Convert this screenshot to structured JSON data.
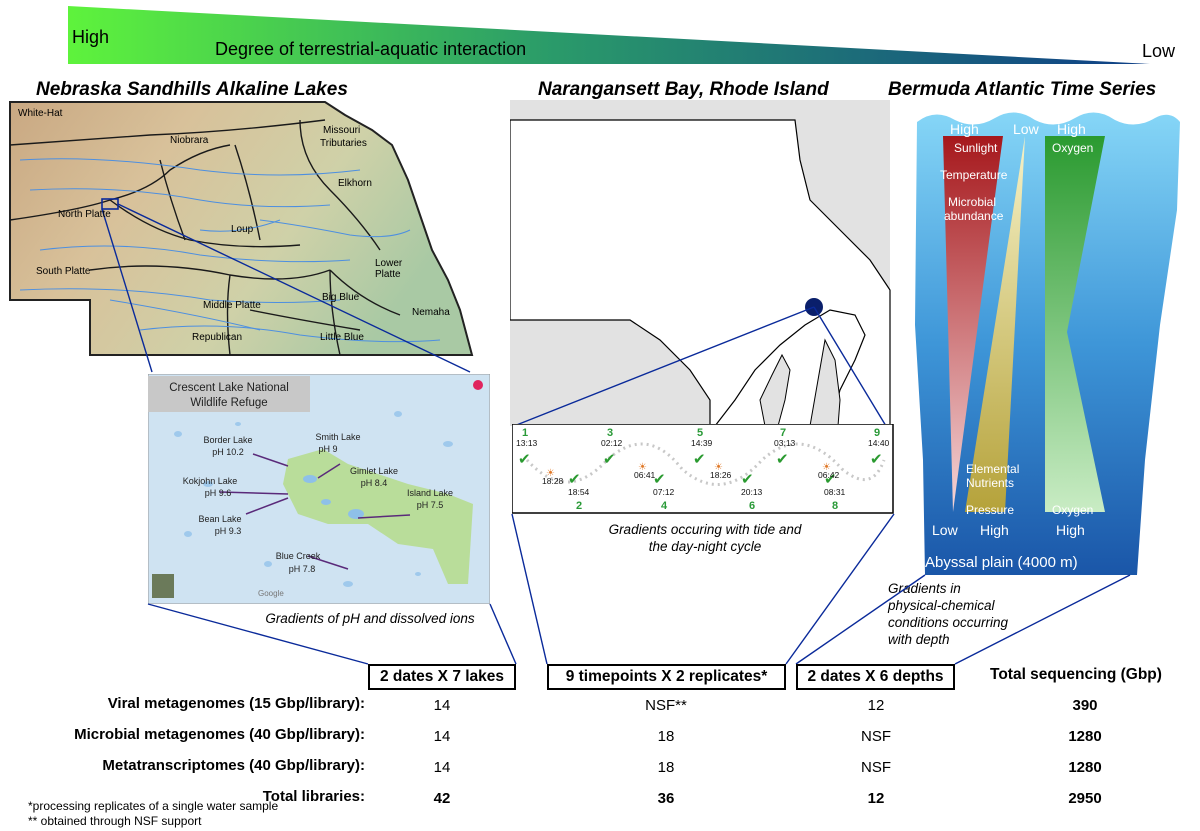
{
  "gradient_bar": {
    "high_label": "High",
    "title": "Degree of terrestrial-aquatic interaction",
    "low_label": "Low",
    "color_start": "#5ef33c",
    "color_end": "#0f3f88"
  },
  "panels": {
    "nebraska": {
      "title": "Nebraska Sandhills Alkaline Lakes",
      "regions": [
        "White-Hat",
        "Niobrara",
        "Missouri",
        "Tributaries",
        "Elkhorn",
        "North Platte",
        "Loup",
        "South Platte",
        "Lower",
        "Platte",
        "Middle Platte",
        "Big Blue",
        "Republican",
        "Little Blue",
        "Nemaha"
      ],
      "inset": {
        "title_line1": "Crescent Lake National",
        "title_line2": "Wildlife Refuge",
        "lakes": [
          {
            "name": "Border Lake",
            "ph": "pH 10.2"
          },
          {
            "name": "Smith Lake",
            "ph": "pH 9"
          },
          {
            "name": "Kokjohn Lake",
            "ph": "pH 9.6"
          },
          {
            "name": "Gimlet Lake",
            "ph": "pH 8.4"
          },
          {
            "name": "Island Lake",
            "ph": "pH 7.5"
          },
          {
            "name": "Bean Lake",
            "ph": "pH 9.3"
          },
          {
            "name": "Blue Creek",
            "ph": "pH 7.8"
          }
        ],
        "map_credit": "Google"
      },
      "caption": "Gradients of pH and dissolved ions"
    },
    "narragansett": {
      "title": "Narangansett Bay, Rhode Island",
      "timepoints": [
        {
          "n": "1",
          "time": "13:13"
        },
        {
          "n": "2",
          "time": "18:54"
        },
        {
          "n": "3",
          "time": "02:12"
        },
        {
          "n": "4",
          "time": "07:12"
        },
        {
          "n": "5",
          "time": "14:39"
        },
        {
          "n": "6",
          "time": "20:13"
        },
        {
          "n": "7",
          "time": "03:13"
        },
        {
          "n": "8",
          "time": "08:31"
        },
        {
          "n": "9",
          "time": "14:40"
        }
      ],
      "sun_events": [
        "18:28",
        "06:41",
        "18:26",
        "06:42"
      ],
      "caption_line1": "Gradients occuring with tide and",
      "caption_line2": "the day-night cycle"
    },
    "bermuda": {
      "title": "Bermuda Atlantic Time Series",
      "top_labels": [
        "High",
        "Low",
        "High"
      ],
      "left_labels": [
        "Sunlight",
        "Temperature",
        "Microbial",
        "abundance"
      ],
      "mid_labels": [
        "Elemental",
        "Nutrients",
        "Pressure"
      ],
      "right_label_top": "Oxygen",
      "right_label_bottom": "Oxygen",
      "bottom_labels": [
        "Low",
        "High",
        "High"
      ],
      "plain_label": "Abyssal plain (4000 m)",
      "caption_lines": [
        "Gradients in",
        "physical-chemical",
        "conditions occurring",
        "with depth"
      ]
    }
  },
  "table": {
    "column_headers": [
      "2 dates X 7 lakes",
      "9 timepoints X 2 replicates*",
      "2 dates X 6 depths",
      "Total sequencing (Gbp)"
    ],
    "rows": [
      {
        "label": "Viral metagenomes (15 Gbp/library):",
        "values": [
          "14",
          "NSF**",
          "12",
          "390"
        ]
      },
      {
        "label": "Microbial metagenomes (40 Gbp/library):",
        "values": [
          "14",
          "18",
          "NSF",
          "1280"
        ]
      },
      {
        "label": "Metatranscriptomes (40 Gbp/library):",
        "values": [
          "14",
          "18",
          "NSF",
          "1280"
        ]
      },
      {
        "label": "Total libraries:",
        "values": [
          "42",
          "36",
          "12",
          "2950"
        ]
      }
    ],
    "footnotes": [
      "*processing replicates of a single water sample",
      "** obtained through NSF support"
    ]
  }
}
